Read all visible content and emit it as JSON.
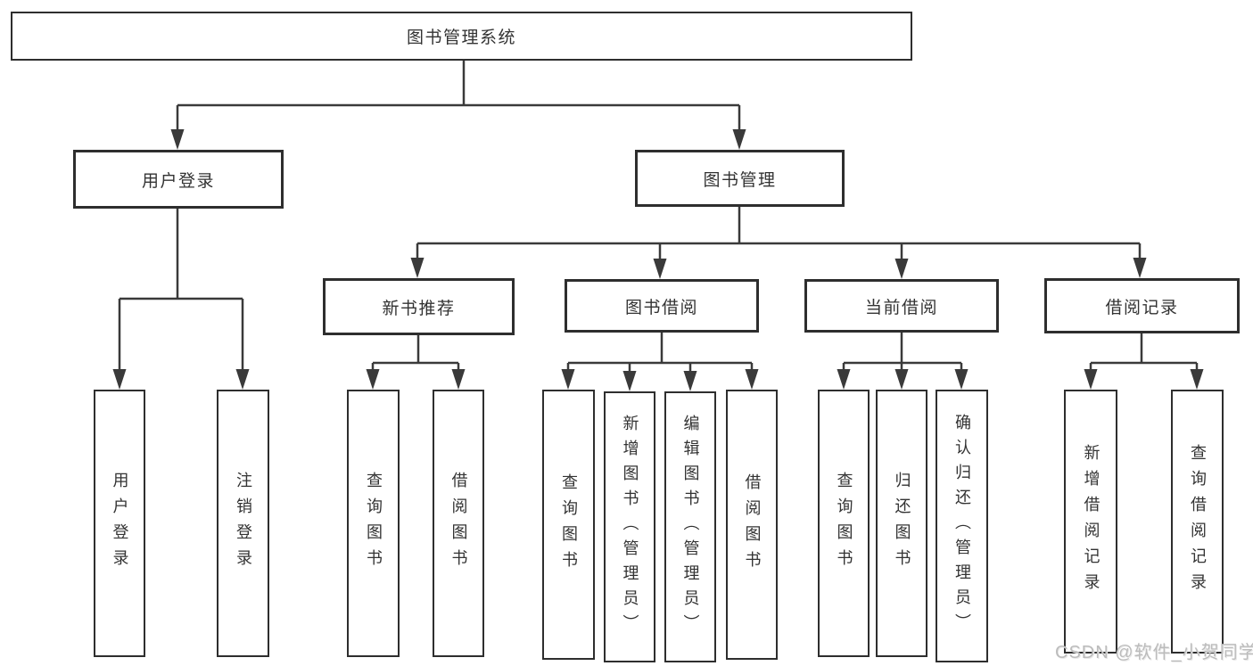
{
  "diagram": {
    "root": "图书管理系统",
    "branches": [
      {
        "label": "用户登录",
        "children": [
          {
            "label": "用户登录"
          },
          {
            "label": "注销登录"
          }
        ]
      },
      {
        "label": "图书管理",
        "groups": [
          {
            "label": "新书推荐",
            "children": [
              {
                "label": "查询图书"
              },
              {
                "label": "借阅图书"
              }
            ]
          },
          {
            "label": "图书借阅",
            "children": [
              {
                "label": "查询图书"
              },
              {
                "label": "新增图书（管理员）"
              },
              {
                "label": "编辑图书（管理员）"
              },
              {
                "label": "借阅图书"
              }
            ]
          },
          {
            "label": "当前借阅",
            "children": [
              {
                "label": "查询图书"
              },
              {
                "label": "归还图书"
              },
              {
                "label": "确认归还（管理员）"
              }
            ]
          },
          {
            "label": "借阅记录",
            "children": [
              {
                "label": "新增借阅记录"
              },
              {
                "label": "查询借阅记录"
              }
            ]
          }
        ]
      }
    ]
  },
  "watermark": "CSDN @软件_小贺同学",
  "colors": {
    "line": "#3a3a3a",
    "border": "#2e2e2e",
    "text": "#333333",
    "watermark": "#bcbcbc",
    "background": "#ffffff"
  }
}
